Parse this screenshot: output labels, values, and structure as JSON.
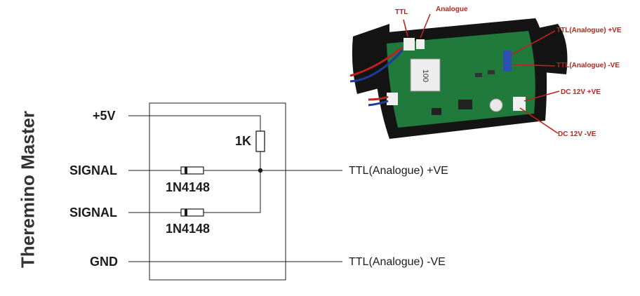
{
  "side_title": "Theremino Master",
  "pins": {
    "plus5v": "+5V",
    "signal1": "SIGNAL",
    "signal2": "SIGNAL",
    "gnd": "GND"
  },
  "components": {
    "resistor": "1K",
    "diode1": "1N4148",
    "diode2": "1N4148"
  },
  "outputs": {
    "ttl_pos": "TTL(Analogue) +VE",
    "ttl_neg": "TTL(Analogue) -VE"
  },
  "photo": {
    "inductor_marking": "100",
    "annotations": {
      "ttl": "TTL",
      "analogue": "Analogue",
      "ttl_pos": "TTL(Analogue) +VE",
      "ttl_neg": "TTL(Analogue) -VE",
      "dc_pos": "DC 12V +VE",
      "dc_neg": "DC 12V -VE"
    }
  },
  "colors": {
    "line": "#1c1c1c",
    "annotation_red": "#c0221d",
    "pcb_green": "#1f7a3c",
    "case_black": "#141414"
  }
}
